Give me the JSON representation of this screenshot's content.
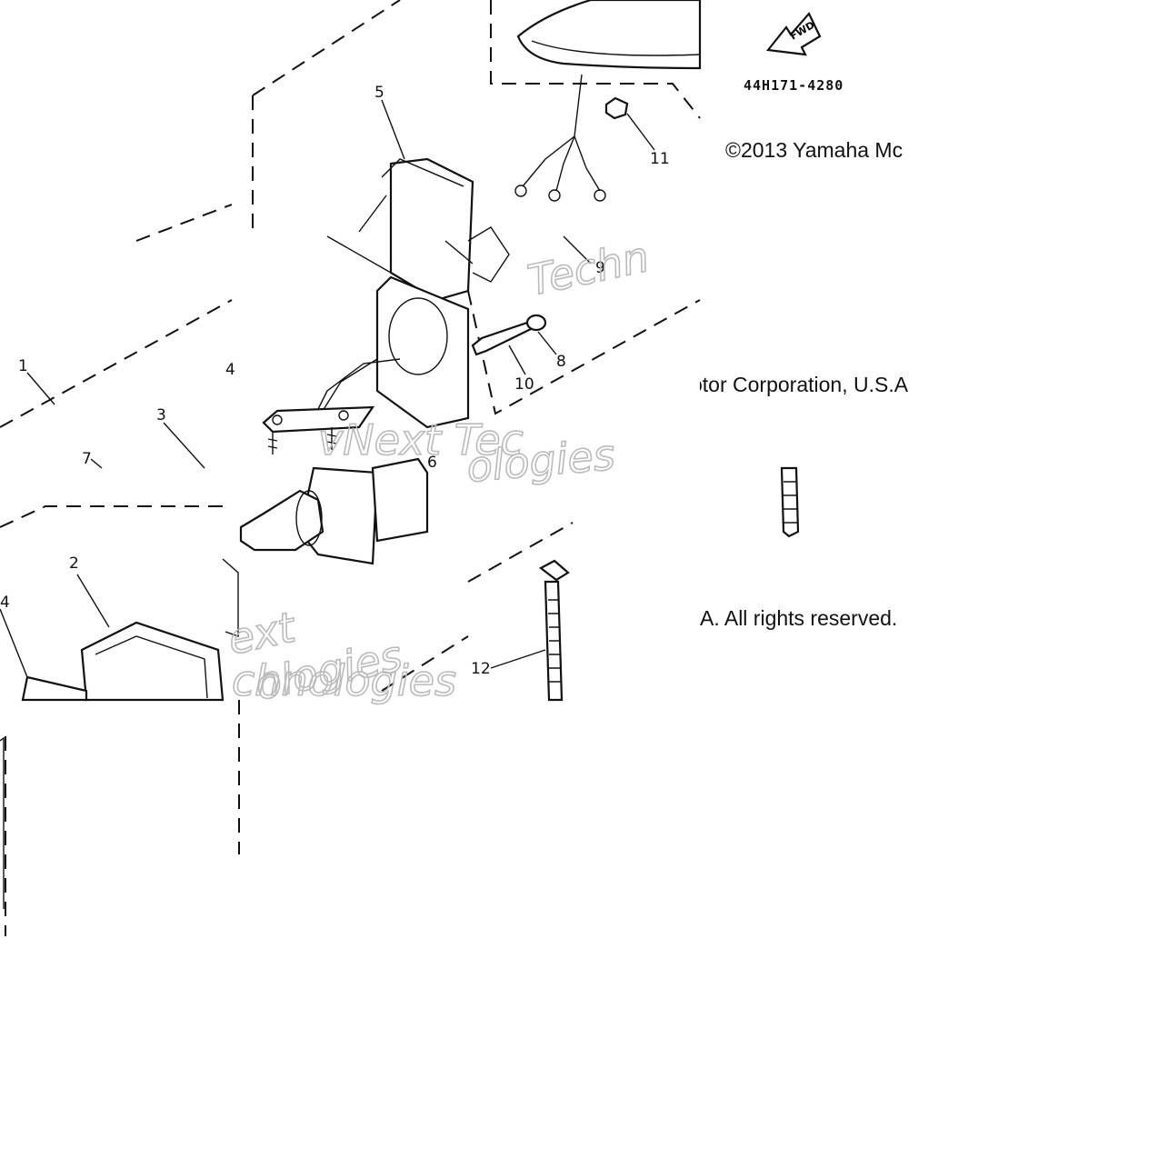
{
  "drawing_ref": "44H171-4280",
  "fwd_marker": "FWD",
  "copyright_lines": [
    "©2013 Yamaha Mc",
    "otor Corporation, U.S.A",
    "A. All rights reserved."
  ],
  "watermark_fragments": [
    "Techn",
    "vNext Tec",
    "ologies",
    "ext",
    "ologies",
    "chnologies"
  ],
  "part_numbers": [
    "1",
    "2",
    "3",
    "4",
    "4",
    "5",
    "6",
    "7",
    "8",
    "9",
    "10",
    "11",
    "12"
  ],
  "colors": {
    "ink": "#111111",
    "watermark": "#bbbbbb",
    "background": "#ffffff"
  }
}
